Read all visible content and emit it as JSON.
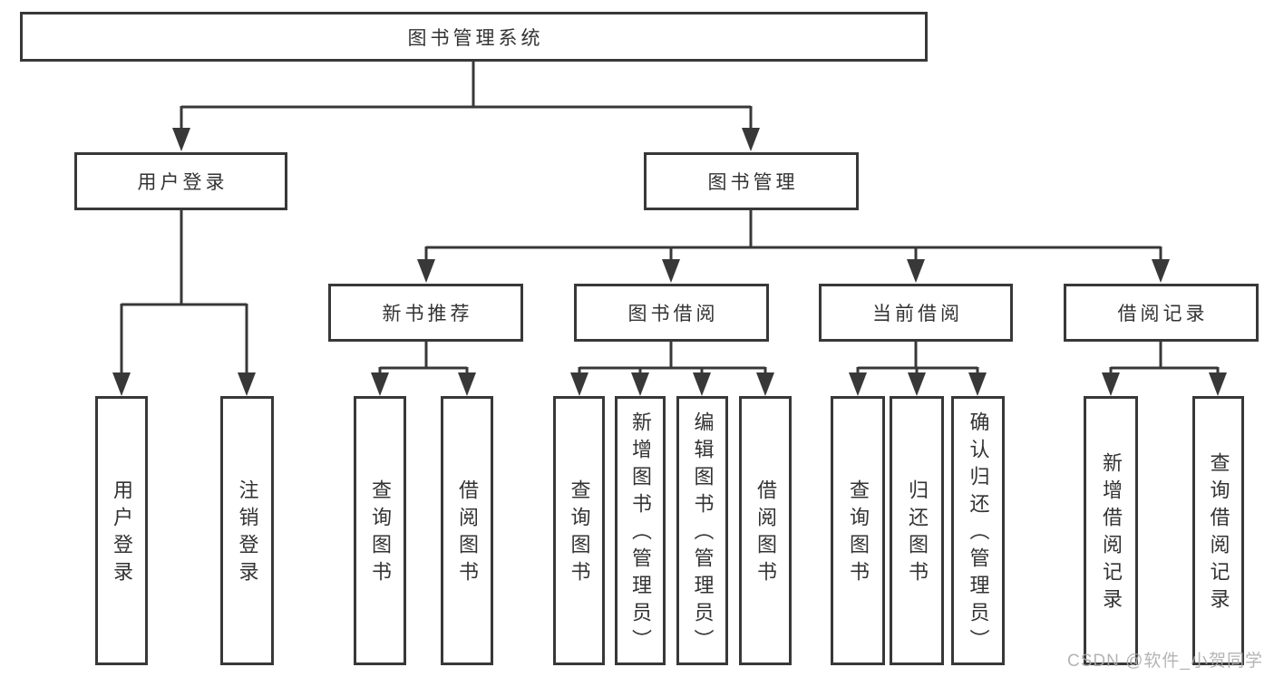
{
  "diagram": {
    "root": {
      "label": "图书管理系统"
    },
    "user_login": {
      "label": "用户登录",
      "children": [
        "用户登录",
        "注销登录"
      ]
    },
    "book_mgmt": {
      "label": "图书管理",
      "new_books": {
        "label": "新书推荐",
        "children": [
          "查询图书",
          "借阅图书"
        ]
      },
      "borrow": {
        "label": "图书借阅",
        "children": [
          "查询图书",
          "新增图书（管理员）",
          "编辑图书（管理员）",
          "借阅图书"
        ]
      },
      "current": {
        "label": "当前借阅",
        "children": [
          "查询图书",
          "归还图书",
          "确认归还（管理员）"
        ]
      },
      "records": {
        "label": "借阅记录",
        "children": [
          "新增借阅记录",
          "查询借阅记录"
        ]
      }
    }
  },
  "watermark": "CSDN @软件_小贺同学",
  "colors": {
    "line": "#383838",
    "text": "#333333",
    "box_fill": "#ffffff",
    "watermark": "#acacac",
    "background": "#ffffff"
  }
}
